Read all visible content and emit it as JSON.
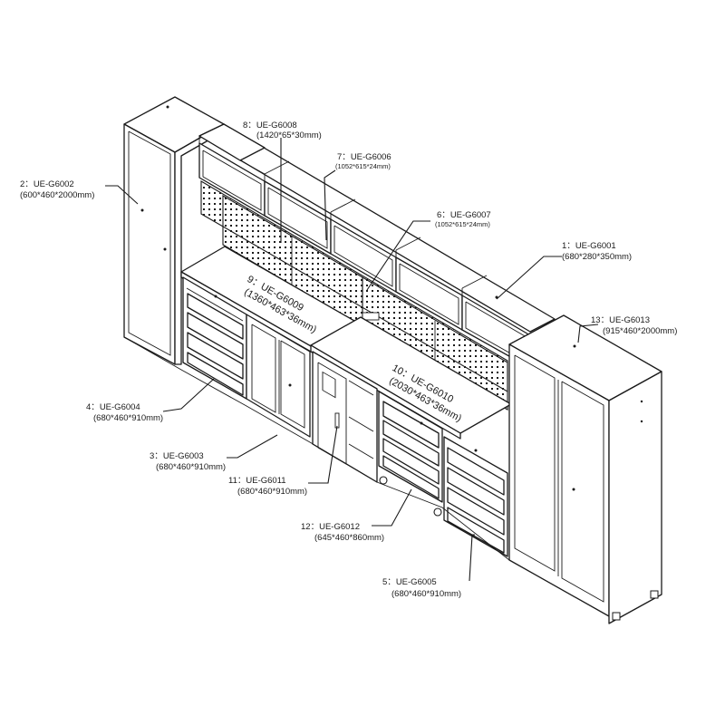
{
  "diagram": {
    "labels": [
      {
        "id": "uc1",
        "num": "1",
        "code": "UE-G6001",
        "dims": "(680*280*350mm)"
      },
      {
        "id": "uc2",
        "num": "2",
        "code": "UE-G6002",
        "dims": "(600*460*2000mm)"
      },
      {
        "id": "uc3",
        "num": "3",
        "code": "UE-G6003",
        "dims": "(680*460*910mm)"
      },
      {
        "id": "uc4",
        "num": "4",
        "code": "UE-G6004",
        "dims": "(680*460*910mm)"
      },
      {
        "id": "uc5",
        "num": "5",
        "code": "UE-G6005",
        "dims": "(680*460*910mm)"
      },
      {
        "id": "uc6",
        "num": "6",
        "code": "UE-G6007",
        "dims": "(1052*615*24mm)"
      },
      {
        "id": "uc7",
        "num": "7",
        "code": "UE-G6006",
        "dims": "(1052*615*24mm)"
      },
      {
        "id": "uc8",
        "num": "8",
        "code": "UE-G6008",
        "dims": "(1420*65*30mm)"
      },
      {
        "id": "uc9",
        "num": "9",
        "code": "UE-G6009",
        "dims": "(1360*463*36mm)"
      },
      {
        "id": "uc10",
        "num": "10",
        "code": "UE-G6010",
        "dims": "(2030*463*36mm)"
      },
      {
        "id": "uc11",
        "num": "11",
        "code": "UE-G6011",
        "dims": "(680*460*910mm)"
      },
      {
        "id": "uc12",
        "num": "12",
        "code": "UE-G6012",
        "dims": "(645*460*860mm)"
      },
      {
        "id": "uc13",
        "num": "13",
        "code": "UE-G6013",
        "dims": "(915*460*2000mm)"
      }
    ],
    "separator": "："
  }
}
